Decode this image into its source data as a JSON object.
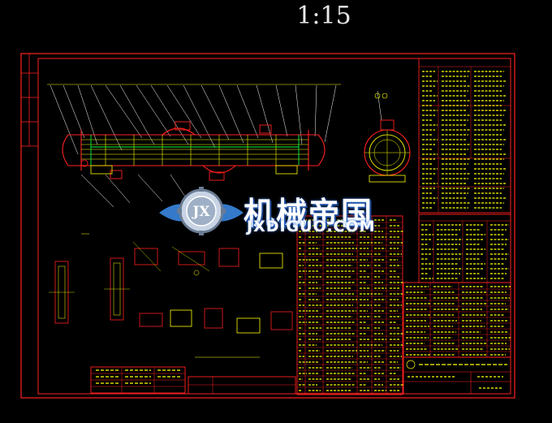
{
  "drawing": {
    "scale_label": "1:15"
  },
  "watermark": {
    "text_cn": "机械帝国",
    "text_en": "JXDIGUO.COM",
    "emblem_letters": "JX"
  },
  "colors": {
    "background": "#000000",
    "frame": "#ff2020",
    "drawing_lines": "#ffff00",
    "green_lines": "#00ff40",
    "table_text": "#ffff00",
    "white_lines": "#ffffff"
  }
}
